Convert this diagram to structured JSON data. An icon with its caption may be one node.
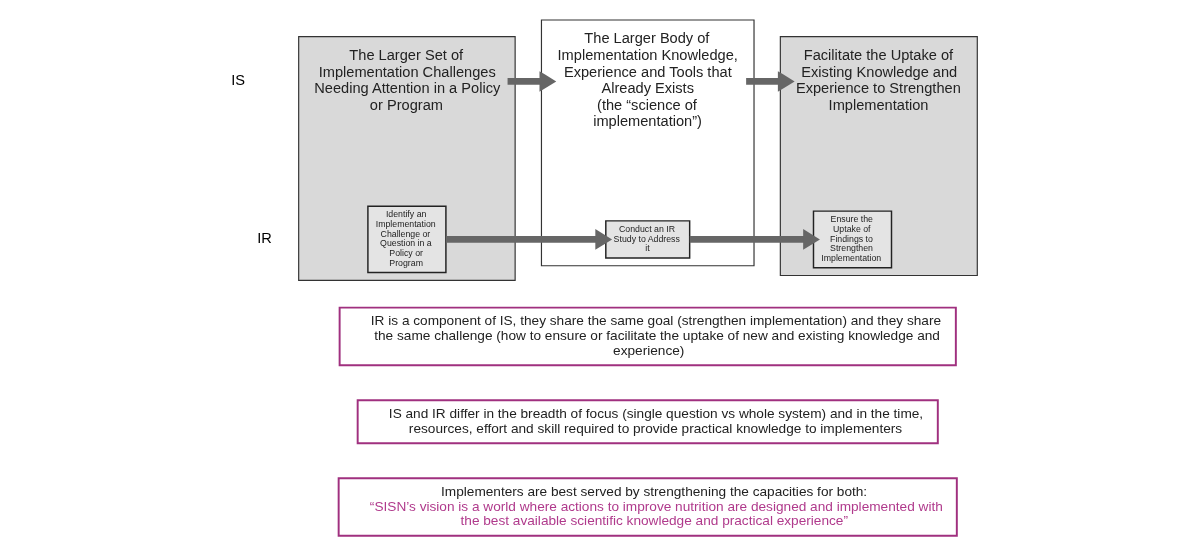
{
  "diagram": {
    "nodes": [
      {
        "text": [],
        "shape": "box"
      },
      {
        "text": [
          "The Larger Set of Implementation Challenges Needing Attention in a Policy or Program"
        ],
        "in": 0
      },
      {
        "text": [
          "Identify an Implementation Challenge or Question in a Policy or Program"
        ],
        "in": 0
      },
      {
        "text": [],
        "shape": "box"
      },
      {
        "text": [
          "The Larger Body of Implementation Knowledge, Experience and Tools that Already Exists",
          "(the “science of implementation”)"
        ],
        "in": 3
      },
      {
        "text": [
          "Conduct an IR Study to Address it"
        ],
        "in": 3
      },
      {
        "text": [],
        "shape": "box"
      },
      {
        "text": [
          "Facilitate the Uptake of Existing Knowledge and Experience to Strengthen Implementation"
        ],
        "in": 6
      },
      {
        "text": [
          "Ensure the Uptake of Findings to Strengthen Implementation"
        ],
        "in": 6
      },
      {
        "text": [
          "IR is a component of IS, they share the same goal (strengthen implementation) and they share the same challenge (how to ensure or facilitate the uptake of new and existing knowledge and experience)"
        ]
      },
      {
        "text": [
          "IS and IR differ in the breadth of focus (single question vs whole system) and in the time, resources, effort and skill required to provide practical knowledge to implementers"
        ]
      },
      {
        "text": [
          "Implementers are best served by strengthening the capacities for both:",
          "“SISN’s vision is a world where actions to improve nutrition are designed and implemented with the best available scientific knowledge and practical experience”"
        ]
      }
    ],
    "edges": [
      {
        "from": 1,
        "to": 4,
        "arrow": "to"
      },
      {
        "from": 4,
        "to": 7,
        "arrow": "to"
      },
      {
        "from": 2,
        "to": 5,
        "arrow": "to"
      },
      {
        "from": 5,
        "to": 8,
        "arrow": "to"
      }
    ],
    "labels": [
      "IS",
      "IR"
    ]
  }
}
